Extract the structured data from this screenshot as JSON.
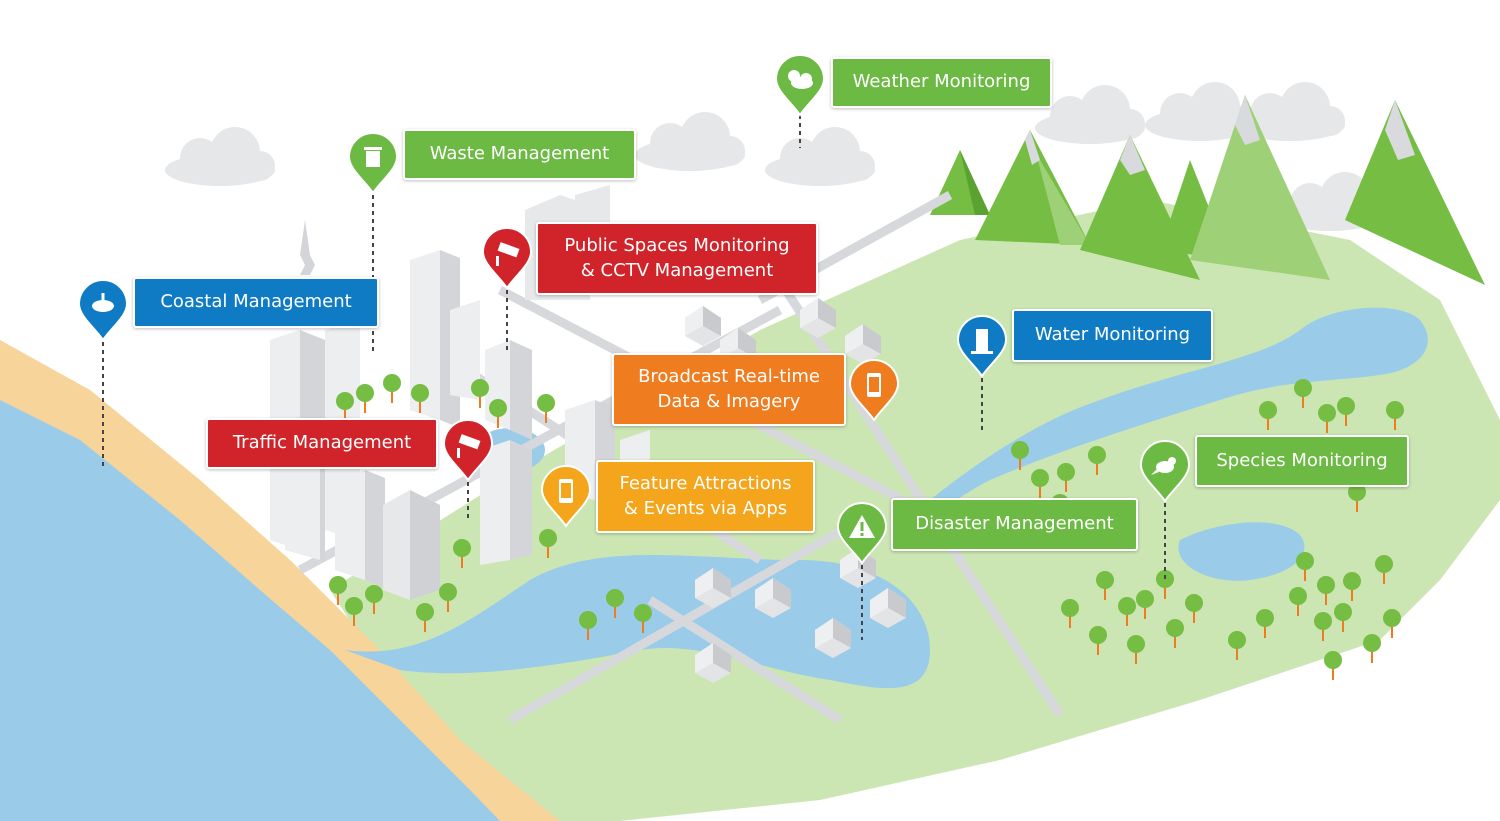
{
  "colors": {
    "sea": "#9ACCEA",
    "sand": "#F6D49A",
    "grass": "#CBE6B3",
    "forest": "#76BD43",
    "road": "#D6D8DC",
    "building": "#D9DBDE",
    "blue": "#0F7BC4",
    "red": "#D0232A",
    "green": "#6CB944",
    "orange": "#F07C20",
    "amber": "#F5A51B"
  },
  "labels": {
    "weather": "Weather Monitoring",
    "waste": "Waste Management",
    "public_spaces_1": "Public Spaces Monitoring",
    "public_spaces_2": "& CCTV Management",
    "coastal": "Coastal Management",
    "water": "Water Monitoring",
    "broadcast_1": "Broadcast Real-time",
    "broadcast_2": "Data & Imagery",
    "traffic": "Traffic Management",
    "feature_1": "Feature Attractions",
    "feature_2": "& Events via Apps",
    "species": "Species Monitoring",
    "disaster": "Disaster Management"
  },
  "icons": {
    "weather": "weather-icon",
    "waste": "trash-icon",
    "public_spaces": "cctv-camera-icon",
    "coastal": "buoy-icon",
    "water": "water-level-icon",
    "broadcast": "smartphone-icon",
    "traffic": "cctv-camera-icon",
    "feature": "smartphone-icon",
    "species": "bird-icon",
    "disaster": "warning-icon"
  }
}
